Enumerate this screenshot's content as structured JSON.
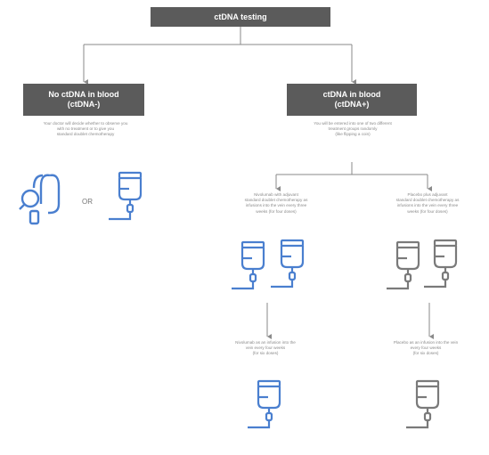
{
  "top": {
    "label": "ctDNA testing"
  },
  "left_branch": {
    "title_line1": "No ctDNA in blood",
    "title_line2": "(ctDNA-)",
    "description": "Your doctor will decide whether to observe you\nwith no treatment or to give you\nstandard doublet chemotherapy",
    "options": {
      "or_label": "OR"
    }
  },
  "right_branch": {
    "title_line1": "ctDNA in blood",
    "title_line2": "(ctDNA+)",
    "description": "You will be entered into one of two different\ntreatment groups randomly\n(like flipping a coin)",
    "arm_a": {
      "description": "Nivolumab with adjuvant\nstandard doublet chemotherapy as\ninfusions into the vein every three\nweeks (for four doses)",
      "followup": "Nivolumab as an infusion into the\nvein every four weeks\n(for six doses)"
    },
    "arm_b": {
      "description": "Placebo plus adjuvant\nstandard doublet chemotherapy as\ninfusions into the vein every three\nweeks (for four doses)",
      "followup": "Placebo as an infusion into the vein\nevery four weeks\n(for six doses)"
    }
  },
  "colors": {
    "box": "#5b5b5b",
    "blue": "#4a7fcf",
    "gray": "#7a7a7a",
    "arrow": "#8a8a8a"
  },
  "icons": [
    "stethoscope-icon",
    "iv-bag-icon"
  ]
}
